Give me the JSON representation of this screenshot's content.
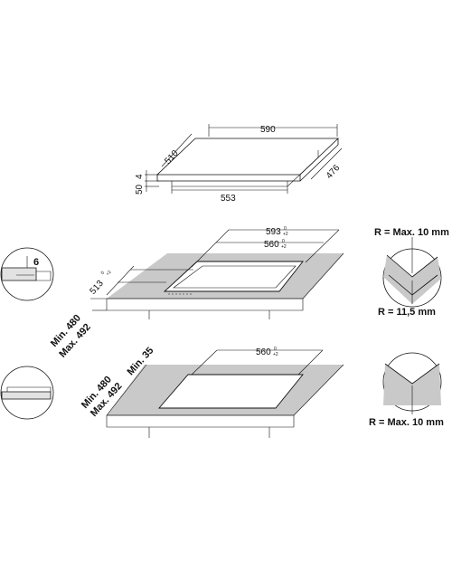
{
  "top_view": {
    "width": "590",
    "depth": "510",
    "inner_width": "553",
    "inner_depth": "476",
    "height_total": "50",
    "height_small": "4"
  },
  "flush_install": {
    "cutout_width": "593",
    "cutout_width_tol_top": "0",
    "cutout_width_tol_bottom": "+2",
    "inner_width": "560",
    "inner_width_tol_top": "0",
    "inner_width_tol_bottom": "+2",
    "cutout_depth": "513",
    "cutout_depth_tol_top": "0",
    "cutout_depth_tol_bottom": "+2",
    "worktop_min": "Min. 480",
    "worktop_max": "Max. 492",
    "rebate_depth": "6",
    "corner_radius_max": "R = Max. 10 mm",
    "corner_radius": "R = 11,5 mm"
  },
  "standard_install": {
    "cutout_width": "560",
    "cutout_width_tol_top": "0",
    "cutout_width_tol_bottom": "+2",
    "worktop_min": "Min. 480",
    "worktop_max": "Max. 492",
    "min_edge": "Min. 35",
    "corner_radius_max": "R = Max. 10 mm"
  }
}
